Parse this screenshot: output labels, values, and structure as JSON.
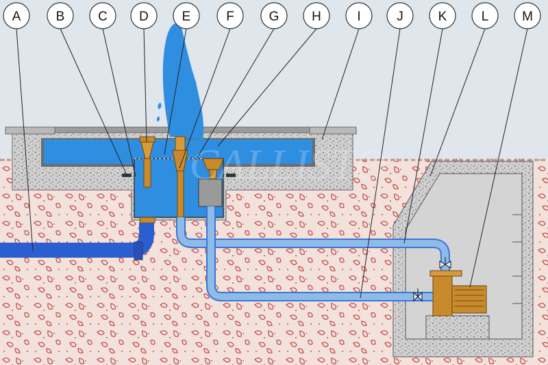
{
  "labels": [
    "A",
    "B",
    "C",
    "D",
    "E",
    "F",
    "G",
    "H",
    "I",
    "J",
    "K",
    "L",
    "M"
  ],
  "watermark": "CALLISTO",
  "colors": {
    "sky": "#dfe6ec",
    "soil": "#f3e1db",
    "soil_speckle": "#c0504d",
    "concrete": "#c9c9c9",
    "water": "#2f8ee0",
    "pipe_dark": "#2b5fcf",
    "pipe_light": "#8dbce8",
    "brass": "#c98a2d"
  }
}
